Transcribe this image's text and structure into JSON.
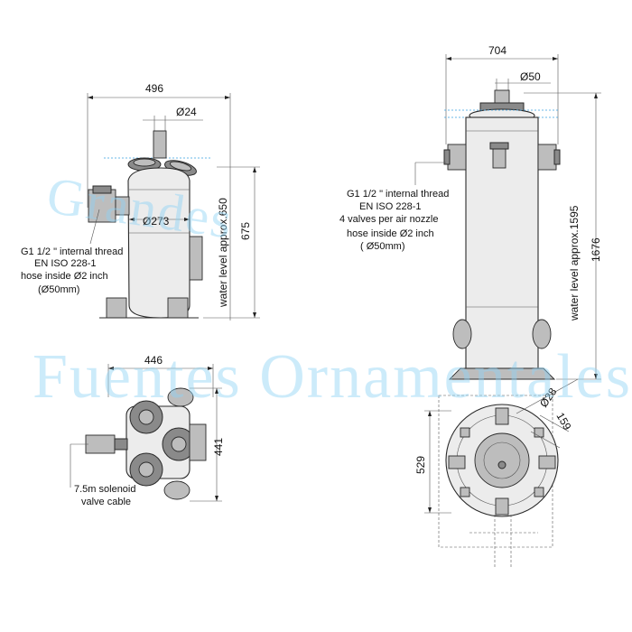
{
  "left_view": {
    "width": "496",
    "pipe_diameter": "Ø24",
    "body_diameter": "Ø273",
    "water_level": "water level approx.650",
    "height": "675",
    "note": {
      "line1": "G1 1/2 \" internal thread",
      "line2": "EN ISO 228-1",
      "line3": "hose inside Ø2 inch",
      "line4": "(Ø50mm)"
    }
  },
  "right_view": {
    "width": "704",
    "top_diameter": "Ø50",
    "water_level": "water level approx.1595",
    "height": "1676",
    "note": {
      "line1": "G1 1/2 \" internal thread",
      "line2": "EN ISO 228-1",
      "line3": "4 valves per air nozzle",
      "line4": "hose inside Ø2 inch",
      "line5": "( Ø50mm)"
    }
  },
  "top_left_view": {
    "width": "446",
    "height": "441",
    "cable_note": {
      "line1": "7.5m solenoid",
      "line2": "valve cable"
    }
  },
  "top_right_view": {
    "outlet_diameter": "Ø28",
    "offset": "159",
    "depth": "529"
  },
  "watermark": {
    "line1": "Grandes",
    "line2": "Fuentes Ornamentales"
  },
  "colors": {
    "line": "#2a2a2a",
    "water": "#3aa0e0",
    "watermark": "#8fd3f5"
  }
}
